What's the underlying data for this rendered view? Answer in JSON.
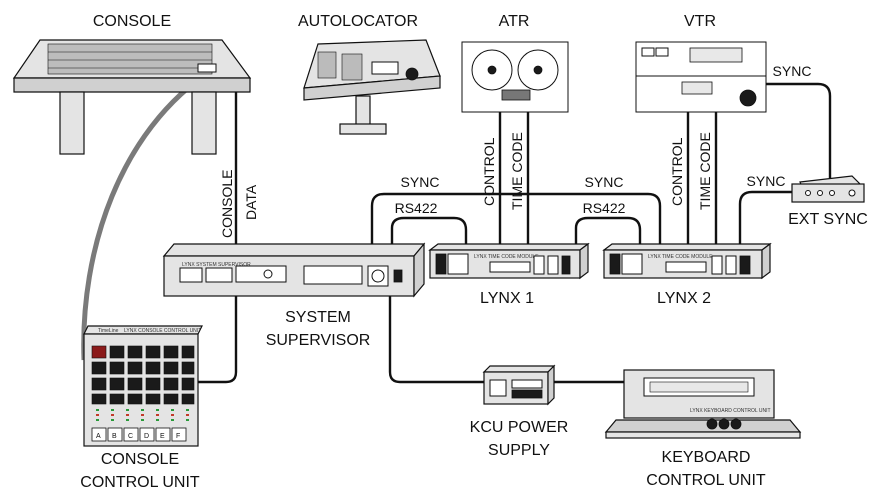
{
  "devices": {
    "console": "CONSOLE",
    "autolocator": "AUTOLOCATOR",
    "atr": "ATR",
    "vtr": "VTR",
    "ext_sync": "EXT SYNC",
    "lynx1": "LYNX 1",
    "lynx2": "LYNX 2",
    "system_supervisor_line1": "SYSTEM",
    "system_supervisor_line2": "SUPERVISOR",
    "kcu_power_line1": "KCU POWER",
    "kcu_power_line2": "SUPPLY",
    "keyboard_line1": "KEYBOARD",
    "keyboard_line2": "CONTROL UNIT",
    "ccu_line1": "CONSOLE",
    "ccu_line2": "CONTROL UNIT"
  },
  "cables": {
    "console_data_1": "CONSOLE",
    "console_data_2": "DATA",
    "sync_left": "SYNC",
    "rs422_left": "RS422",
    "atr_control": "CONTROL",
    "atr_timecode": "TIME CODE",
    "sync_mid": "SYNC",
    "rs422_mid": "RS422",
    "vtr_control": "CONTROL",
    "vtr_timecode": "TIME CODE",
    "sync_vtr": "SYNC",
    "sync_ext": "SYNC"
  },
  "panel_text": {
    "brand": "TimeLine",
    "ccu_title": "LYNX CONSOLE CONTROL UNIT",
    "lynx_title": "LYNX TIME CODE MODULE",
    "supervisor_title": "LYNX SYSTEM SUPERVISOR",
    "kcu_title": "LYNX KEYBOARD CONTROL UNIT",
    "ccu_keys": [
      "A",
      "B",
      "C",
      "D",
      "E",
      "F"
    ]
  }
}
